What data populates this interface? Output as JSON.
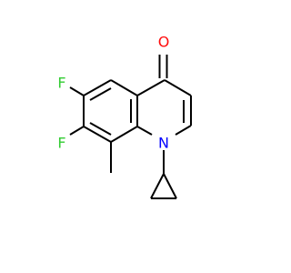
{
  "molecule": {
    "atoms": {
      "oxygen": {
        "symbol": "O",
        "color": "#ff0d0d"
      },
      "fluorine_6": {
        "symbol": "F",
        "color": "#33cc33"
      },
      "fluorine_7": {
        "symbol": "F",
        "color": "#33cc33"
      },
      "nitrogen": {
        "symbol": "N",
        "color": "#0000ff"
      }
    },
    "bond_color": "#000000"
  }
}
